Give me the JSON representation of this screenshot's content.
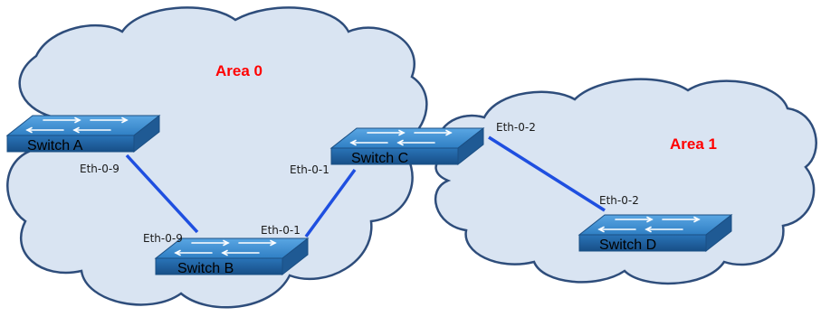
{
  "diagram": {
    "areas": [
      {
        "id": "area0",
        "label": "Area 0"
      },
      {
        "id": "area1",
        "label": "Area 1"
      }
    ],
    "switches": [
      {
        "id": "a",
        "label": "Switch A"
      },
      {
        "id": "b",
        "label": "Switch B"
      },
      {
        "id": "c",
        "label": "Switch C"
      },
      {
        "id": "d",
        "label": "Switch D"
      }
    ],
    "links": [
      {
        "from": "Switch A",
        "to": "Switch B",
        "from_port": "Eth-0-9",
        "to_port": "Eth-0-9"
      },
      {
        "from": "Switch B",
        "to": "Switch C",
        "from_port": "Eth-0-1",
        "to_port": "Eth-0-1"
      },
      {
        "from": "Switch C",
        "to": "Switch D",
        "from_port": "Eth-0-2",
        "to_port": "Eth-0-2"
      }
    ]
  },
  "colors": {
    "cloud_fill": "#d9e4f2",
    "cloud_stroke": "#2e4d7b",
    "area_label": "#ff0000",
    "link": "#1f4fe0",
    "switch_top": "#3d8fd4",
    "switch_side": "#1d5e9c"
  }
}
